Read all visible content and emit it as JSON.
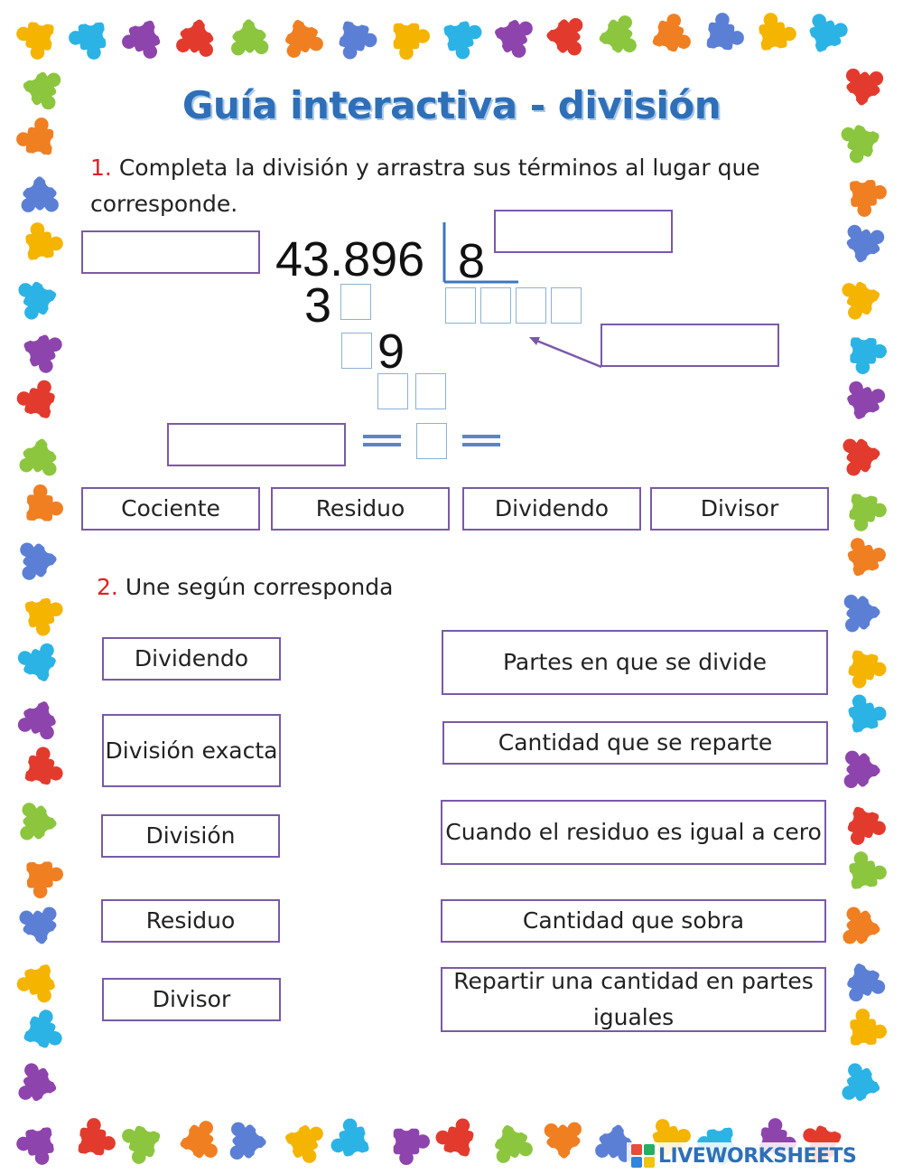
{
  "title": "Guía interactiva - división",
  "section1": {
    "number": "1.",
    "instruction": "Completa la división y arrastra sus términos al lugar que corresponde.",
    "dividend": "43.896",
    "divisor": "8",
    "step_digit_1": "3",
    "step_digit_2": "9"
  },
  "terms": [
    "Cociente",
    "Residuo",
    "Dividendo",
    "Divisor"
  ],
  "section2": {
    "number": "2.",
    "instruction": "Une según corresponda",
    "left": [
      "Dividendo",
      "División exacta",
      "División",
      "Residuo",
      "Divisor"
    ],
    "right": [
      "Partes en que se divide",
      "Cantidad que se reparte",
      "Cuando el residuo es igual a cero",
      "Cantidad que sobra",
      "Repartir una cantidad en partes iguales"
    ]
  },
  "brand": "LIVEWORKSHEETS",
  "colors": {
    "title": "#2e6fb8",
    "box_border": "#7a5aa6",
    "number_red": "#e02020",
    "input_border": "#8fb0d6"
  },
  "icons": [
    "puzzle-piece-icon",
    "liveworksheets-logo-icon"
  ]
}
